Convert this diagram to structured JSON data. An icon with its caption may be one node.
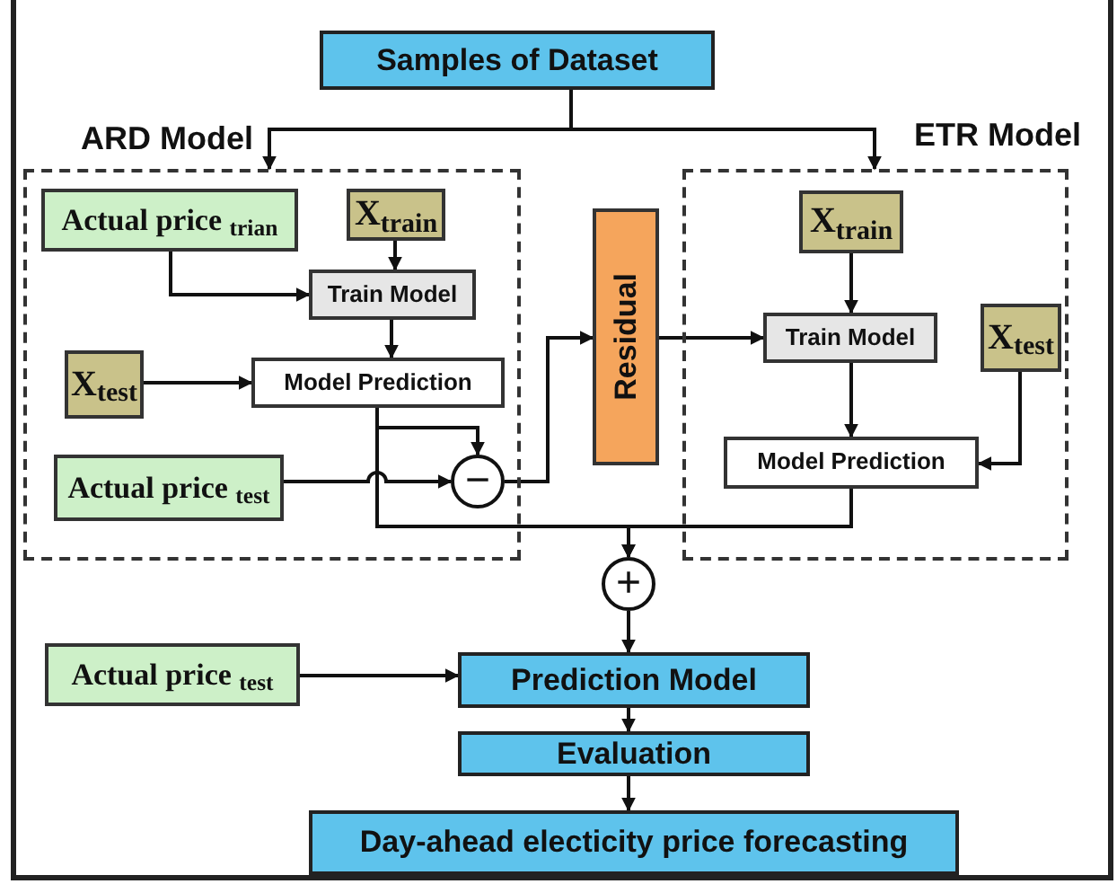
{
  "diagram": {
    "nodes": [
      {
        "text": [
          "Samples of Dataset"
        ]
      },
      {
        "text": [
          "ARD Model"
        ]
      },
      {
        "text": [
          "Actual price $_{trian}$"
        ],
        "in": 1
      },
      {
        "text": [
          "X$_{train}$"
        ],
        "in": 1
      },
      {
        "text": [
          "Train Model"
        ],
        "in": 1
      },
      {
        "text": [
          "X$_{test}$"
        ],
        "in": 1
      },
      {
        "text": [
          "Model Prediction"
        ],
        "in": 1
      },
      {
        "text": [
          "Actual price $_{test}$"
        ],
        "in": 1
      },
      {
        "text": [
          "−"
        ],
        "in": 1
      },
      {
        "text": [
          "Residual"
        ]
      },
      {
        "text": [
          "ETR Model"
        ]
      },
      {
        "text": [
          "X$_{train}$"
        ],
        "in": 10
      },
      {
        "text": [
          "Train Model"
        ],
        "in": 10
      },
      {
        "text": [
          "X$_{test}$"
        ],
        "in": 10
      },
      {
        "text": [
          "Model Prediction"
        ],
        "in": 10
      },
      {
        "text": [
          "+"
        ]
      },
      {
        "text": [
          "Actual price $_{test}$"
        ]
      },
      {
        "text": [
          "Prediction Model"
        ]
      },
      {
        "text": [
          "Evaluation"
        ]
      },
      {
        "text": [
          "Day-ahead electicity price forecasting"
        ]
      }
    ],
    "edges": [
      {
        "from": 0,
        "to": 1,
        "arrow": "to"
      },
      {
        "from": 0,
        "to": 10,
        "arrow": "to"
      },
      {
        "from": 2,
        "to": 4,
        "arrow": "to"
      },
      {
        "from": 3,
        "to": 4,
        "arrow": "to"
      },
      {
        "from": 4,
        "to": 6,
        "arrow": "to"
      },
      {
        "from": 5,
        "to": 6,
        "arrow": "to"
      },
      {
        "from": 6,
        "to": 8,
        "arrow": "to"
      },
      {
        "from": 7,
        "to": 8,
        "arrow": "to"
      },
      {
        "from": 8,
        "to": 9,
        "arrow": "to"
      },
      {
        "from": 9,
        "to": 12,
        "arrow": "to"
      },
      {
        "from": 11,
        "to": 12,
        "arrow": "to"
      },
      {
        "from": 12,
        "to": 14,
        "arrow": "to"
      },
      {
        "from": 13,
        "to": 14,
        "arrow": "to"
      },
      {
        "from": 6,
        "to": 15,
        "arrow": "to"
      },
      {
        "from": 14,
        "to": 15,
        "arrow": "to"
      },
      {
        "from": 15,
        "to": 17,
        "arrow": "to"
      },
      {
        "from": 16,
        "to": 17,
        "arrow": "to"
      },
      {
        "from": 17,
        "to": 18,
        "arrow": "to"
      },
      {
        "from": 18,
        "to": 19,
        "arrow": "to"
      }
    ]
  }
}
